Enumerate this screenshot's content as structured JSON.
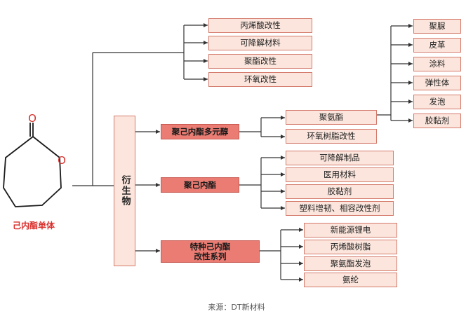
{
  "molecule": {
    "label": "己内酯单体",
    "atom_o1": "O",
    "atom_o2": "O"
  },
  "derivatives": {
    "label": "衍生物"
  },
  "top_group": [
    "丙烯酸改性",
    "可降解材料",
    "聚酯改性",
    "环氧改性"
  ],
  "polyol": {
    "label": "聚己内酯多元醇",
    "children": [
      "聚氨酯",
      "环氧树脂改性"
    ],
    "polyurethane_children": [
      "聚脲",
      "皮革",
      "涂料",
      "弹性体",
      "发泡",
      "胶黏剂"
    ]
  },
  "pcl": {
    "label": "聚己内酯",
    "children": [
      "可降解制品",
      "医用材料",
      "胶黏剂",
      "塑料增韧、相容改性剂"
    ]
  },
  "special": {
    "label_line1": "特种己内酯",
    "label_line2": "改性系列",
    "children": [
      "新能源锂电",
      "丙烯酸树脂",
      "聚氨酯发泡",
      "氨纶"
    ]
  },
  "caption": "来源：DT新材料"
}
